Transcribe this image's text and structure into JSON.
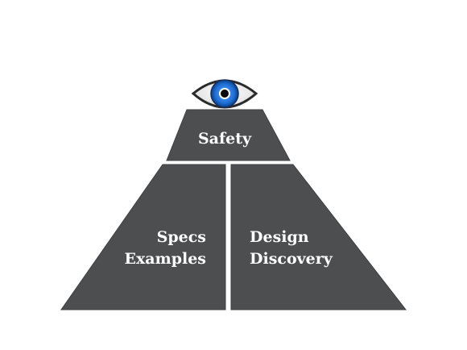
{
  "diagram": {
    "top_label": "Safety",
    "left_label_line1": "Specs",
    "left_label_line2": "Examples",
    "right_label_line1": "Design",
    "right_label_line2": "Discovery",
    "eye_icon": "eye-icon"
  },
  "colors": {
    "pyramid_fill": "#4d4e50",
    "divider": "#ffffff",
    "iris": "#1f6fd6",
    "pupil": "#0a0a0a",
    "background": "#ffffff"
  }
}
